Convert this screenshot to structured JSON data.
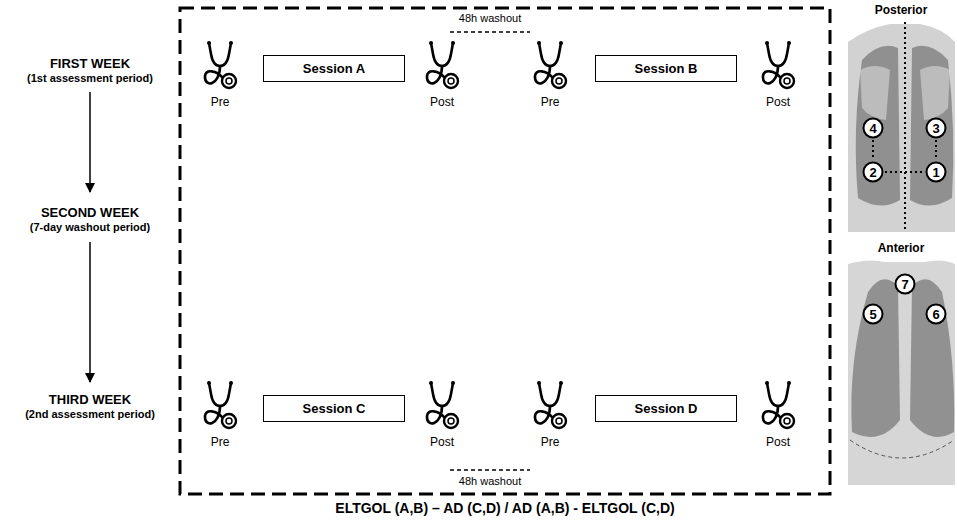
{
  "diagram": {
    "nodes": [
      {
        "text": [
          "Session A"
        ]
      },
      {
        "text": [
          "Session B"
        ]
      },
      {
        "text": [
          "Session C"
        ]
      },
      {
        "text": [
          "Session D"
        ]
      },
      {
        "text": [
          "4"
        ]
      },
      {
        "text": [
          "3"
        ]
      },
      {
        "text": [
          "2"
        ]
      },
      {
        "text": [
          "1"
        ]
      },
      {
        "text": [
          "7"
        ]
      },
      {
        "text": [
          "5"
        ]
      },
      {
        "text": [
          "6"
        ]
      }
    ],
    "edges": [
      {
        "from": 4,
        "to": 6,
        "arrow": "none"
      },
      {
        "from": 5,
        "to": 7,
        "arrow": "none"
      },
      {
        "from": 6,
        "to": 7,
        "arrow": "none"
      }
    ],
    "labels": [
      "FIRST WEEK",
      "(1st assessment period)",
      "SECOND WEEK",
      "(7-day washout period)",
      "THIRD WEEK",
      "(2nd assessment period)",
      "48h washout",
      "Pre",
      "Post",
      "Pre",
      "Post",
      "Pre",
      "Post",
      "Pre",
      "Post",
      "48h washout",
      "Posterior",
      "Anterior",
      "ELTGOL (A,B) – AD (C,D) / AD (A,B) - ELTGOL (C,D)"
    ]
  }
}
